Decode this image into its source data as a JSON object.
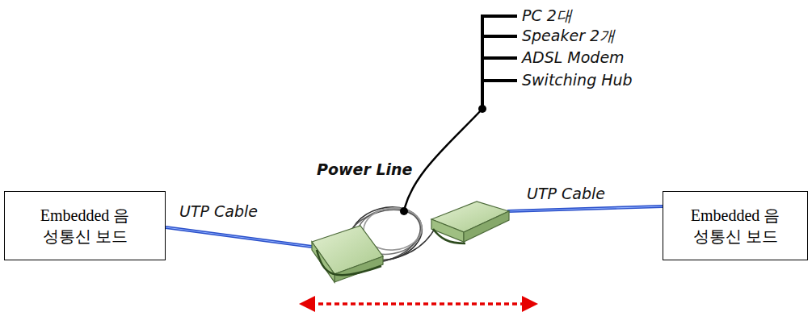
{
  "diagram": {
    "nodes": [
      {
        "text": [
          "Embedded 음성통신 보드"
        ]
      },
      {
        "text": [
          "Embedded 음성통신 보드"
        ]
      }
    ],
    "labels": [
      "PC 2대",
      "Speaker 2개",
      "ADSL Modem",
      "Switching Hub",
      "Power Line",
      "UTP Cable",
      "UTP Cable"
    ]
  }
}
